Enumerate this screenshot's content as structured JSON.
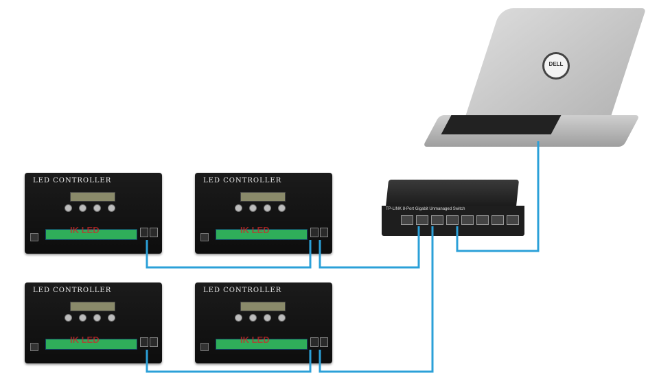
{
  "controllers": [
    {
      "title": "LED CONTROLLER",
      "brand": "IK LED"
    },
    {
      "title": "LED CONTROLLER",
      "brand": "IK LED"
    },
    {
      "title": "LED CONTROLLER",
      "brand": "IK LED"
    },
    {
      "title": "LED CONTROLLER",
      "brand": "IK LED"
    }
  ],
  "switch": {
    "brand": "TP-LINK",
    "model_text": "8-Port Gigabit Unmanaged Switch"
  },
  "laptop": {
    "logo": "DELL"
  },
  "colors": {
    "cable": "#2ba0d8",
    "device": "#111111",
    "terminal": "#2fae5a"
  }
}
